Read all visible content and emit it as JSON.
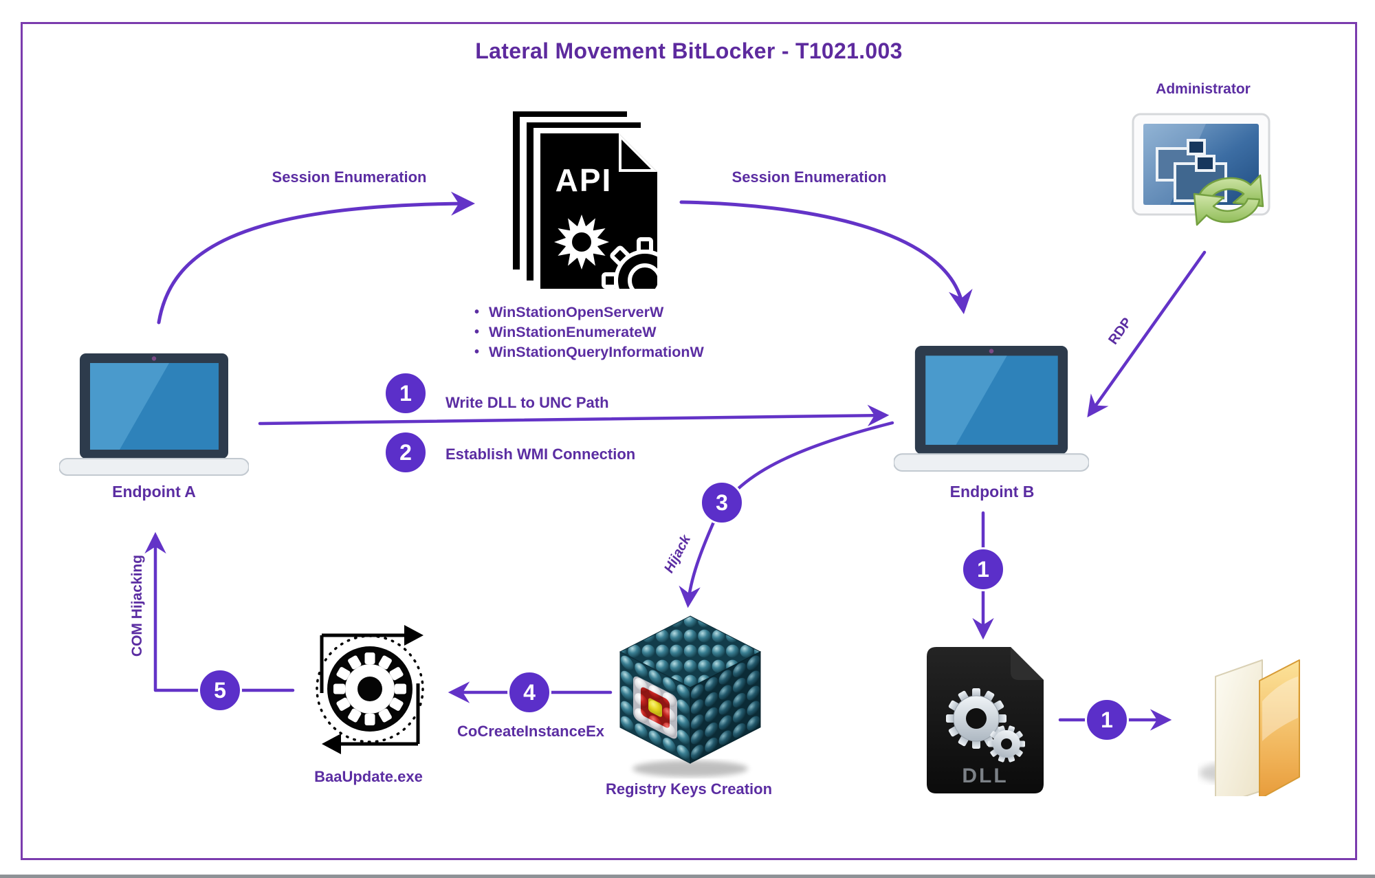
{
  "title": "Lateral Movement BitLocker - T1021.003",
  "nodes": {
    "administrator": {
      "label": "Administrator"
    },
    "endpoint_a": {
      "label": "Endpoint A"
    },
    "endpoint_b": {
      "label": "Endpoint B"
    },
    "api": {
      "label": "API",
      "functions": [
        "WinStationOpenServerW",
        "WinStationEnumerateW",
        "WinStationQueryInformationW"
      ]
    },
    "registry": {
      "label": "Registry Keys Creation"
    },
    "baaupdate": {
      "label": "BaaUpdate.exe"
    },
    "dll_file": {
      "label": "DLL"
    }
  },
  "edges": {
    "session_enumeration_left": {
      "label": "Session Enumeration"
    },
    "session_enumeration_right": {
      "label": "Session Enumeration"
    },
    "rdp": {
      "label": "RDP"
    },
    "write_dll": {
      "step": "1",
      "label": "Write DLL to UNC Path"
    },
    "wmi": {
      "step": "2",
      "label": "Establish WMI Connection"
    },
    "hijack": {
      "step": "3",
      "label": "Hijack"
    },
    "cocreate": {
      "step": "4",
      "label": "CoCreateInstanceEx"
    },
    "com_hijacking": {
      "step": "5",
      "label": "COM Hijacking"
    },
    "drop_dll": {
      "step": "1"
    },
    "dll_to_folder": {
      "step": "1"
    }
  },
  "icons": {
    "api": "api-documents-icon",
    "administrator": "remote-desktop-sync-icon",
    "endpoint_a": "laptop-icon",
    "endpoint_b": "laptop-icon",
    "registry": "registry-cube-icon",
    "baaupdate": "gear-process-icon",
    "dll_file": "dll-file-icon",
    "share_folder": "folder-icon"
  },
  "colors": {
    "border_purple": "#7b3cae",
    "title_purple": "#5d2a9e",
    "text_purple": "#5b2da2",
    "arrow_purple": "#6333c7",
    "badge_purple": "#5b2fc9",
    "laptop_frame": "#2d3b4c",
    "laptop_screen": "#2e82ba"
  }
}
